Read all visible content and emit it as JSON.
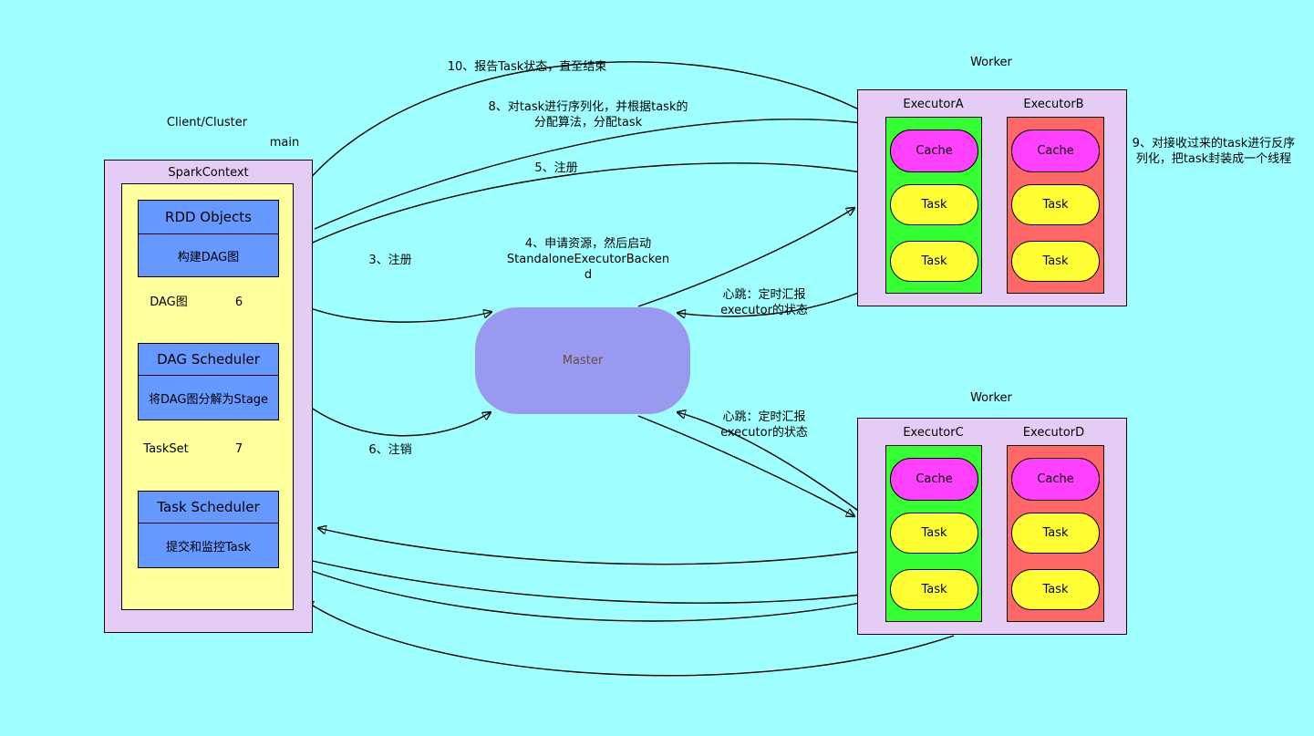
{
  "colors": {
    "background": "#9FFFFF",
    "container_purple": "#E5CCF5",
    "context_yellow": "#FFFF9E",
    "node_blue": "#6699FF",
    "master_purple": "#9999F0",
    "executor_green": "#33FF33",
    "executor_red": "#FF6666",
    "cache_magenta": "#FF40FF",
    "task_yellow": "#FFFF33",
    "arrow": "#000000"
  },
  "client": {
    "label": "Client/Cluster",
    "main_label": "main",
    "spark_context": {
      "title": "SparkContext",
      "rdd": {
        "title": "RDD  Objects",
        "subtitle": "构建DAG图"
      },
      "flow1": {
        "label": "DAG图",
        "num": "6"
      },
      "dag": {
        "title": "DAG Scheduler",
        "subtitle": "将DAG图分解为Stage"
      },
      "flow2": {
        "label": "TaskSet",
        "num": "7"
      },
      "task": {
        "title": "Task Scheduler",
        "subtitle": "提交和监控Task"
      }
    }
  },
  "master": {
    "label": "Master"
  },
  "worker_top": {
    "label": "Worker",
    "executors": [
      {
        "name": "ExecutorA",
        "cells": [
          "Cache",
          "Task",
          "Task"
        ]
      },
      {
        "name": "ExecutorB",
        "cells": [
          "Cache",
          "Task",
          "Task"
        ]
      }
    ]
  },
  "worker_bottom": {
    "label": "Worker",
    "executors": [
      {
        "name": "ExecutorC",
        "cells": [
          "Cache",
          "Task",
          "Task"
        ]
      },
      {
        "name": "ExecutorD",
        "cells": [
          "Cache",
          "Task",
          "Task"
        ]
      }
    ]
  },
  "annotations": {
    "step10": "10、报告Task状态，直至结束",
    "step8": "8、对task进行序列化，并根据task的分配算法，分配task",
    "step5": "5、注册",
    "step3": "3、注册",
    "step4": "4、申请资源，然后启动StandaloneExecutorBackend",
    "step9": "9、对接收过来的task进行反序列化，把task封装成一个线程",
    "step6": "6、注销",
    "heartbeat_top": "心跳：定时汇报executor的状态",
    "heartbeat_bottom": "心跳：定时汇报executor的状态"
  }
}
